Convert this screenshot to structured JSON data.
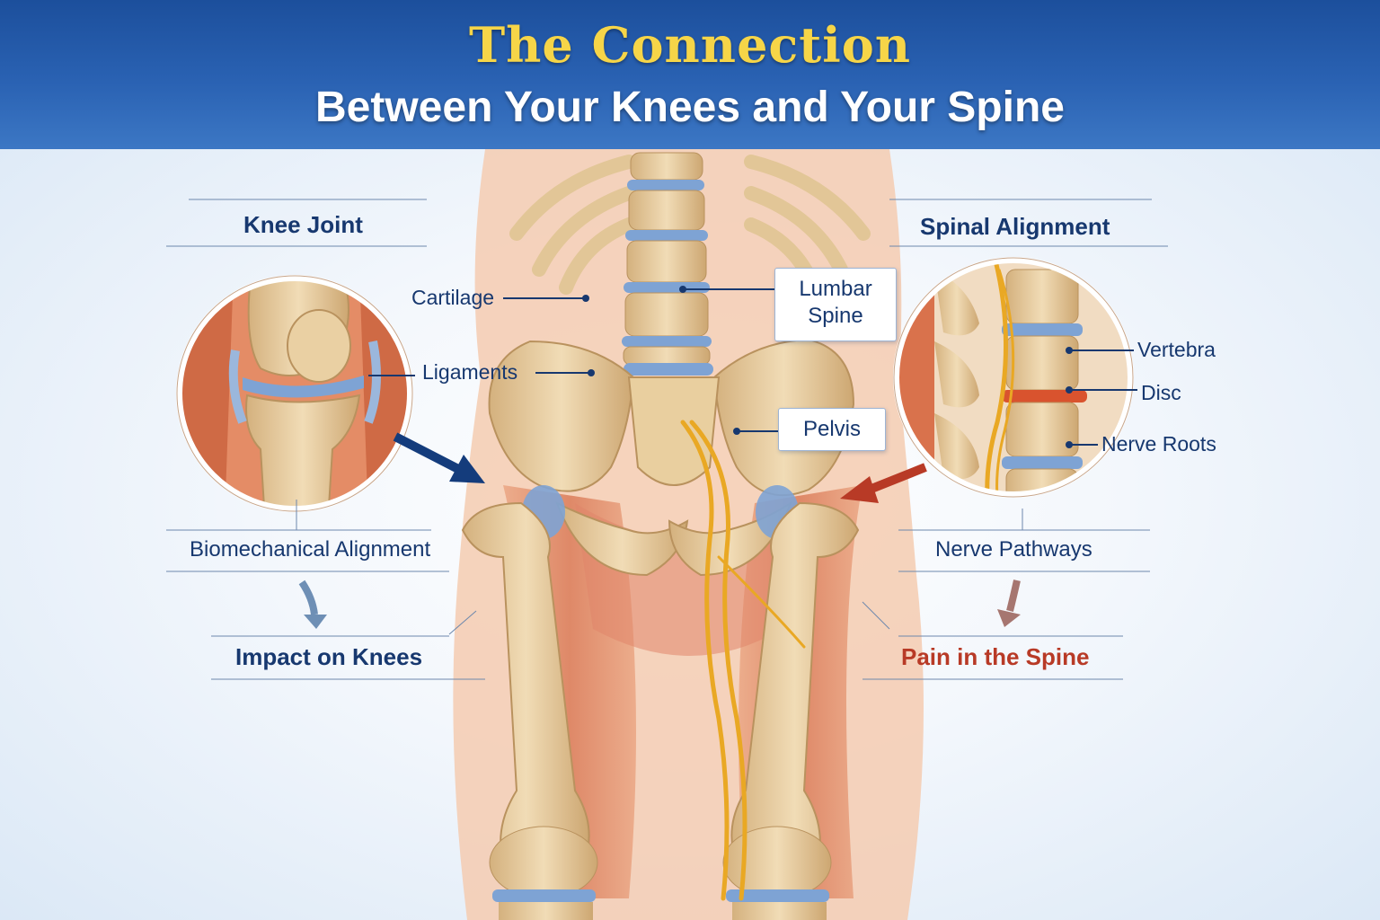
{
  "header": {
    "title_line1": "The Connection",
    "title_line2": "Between Your Knees and Your Spine"
  },
  "left_panel": {
    "heading": "Knee Joint",
    "middle_label": "Biomechanical Alignment",
    "bottom_label": "Impact on Knees"
  },
  "right_panel": {
    "heading": "Spinal Alignment",
    "middle_label": "Nerve Pathways",
    "bottom_label": "Pain in the Spine",
    "inset_labels": [
      "Vertebra",
      "Disc",
      "Nerve Roots"
    ]
  },
  "center_callouts": {
    "cartilage": "Cartilage",
    "ligaments": "Ligaments",
    "lumbar_line1": "Lumbar",
    "lumbar_line2": "Spine",
    "pelvis": "Pelvis"
  },
  "colors": {
    "header_blue": "#2a62b3",
    "title_gold": "#f6d548",
    "label_navy": "#17386f",
    "accent_red": "#b83a26",
    "bone": "#e6c79a",
    "disc_blue": "#7ea3d4",
    "nerve_yellow": "#e9a824",
    "muscle": "#d9724c"
  }
}
